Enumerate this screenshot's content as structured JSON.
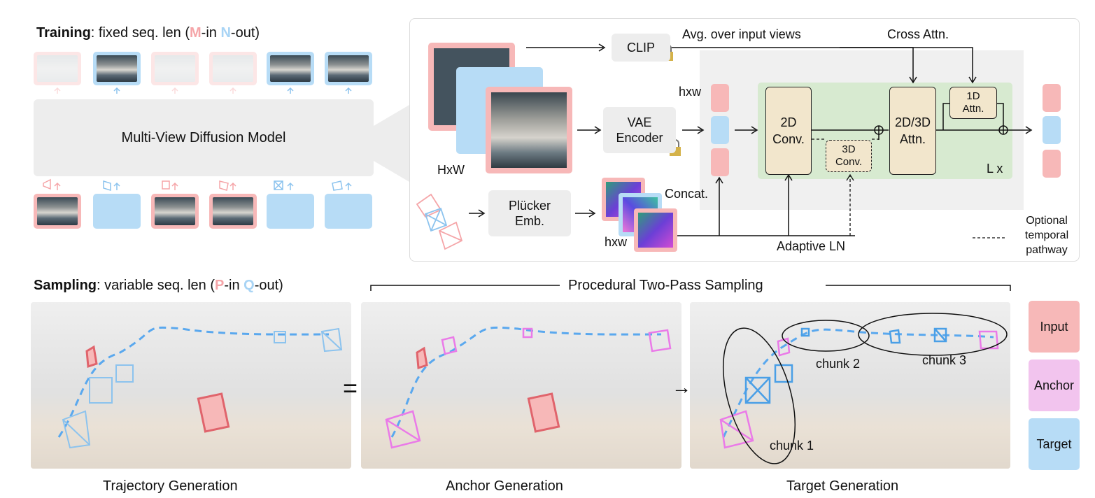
{
  "training": {
    "bold": "Training",
    "rest_a": ": fixed seq. len (",
    "m": "M",
    "mid": "-in ",
    "n": "N",
    "end": "-out)"
  },
  "model_label": "Multi-View Diffusion Model",
  "arch": {
    "clip": "CLIP",
    "avg_over": "Avg. over input views",
    "cross_attn": "Cross Attn.",
    "hxw_top": "hxw",
    "vae_line1": "VAE",
    "vae_line2": "Encoder",
    "HxW": "HxW",
    "conv2d_line1": "2D",
    "conv2d_line2": "Conv.",
    "conv3d_line1": "3D",
    "conv3d_line2": "Conv.",
    "attn_line1": "2D/3D",
    "attn_line2": "Attn.",
    "attn1d_line1": "1D",
    "attn1d_line2": "Attn.",
    "lx": "L x",
    "concat": "Concat.",
    "plucker_line1": "Plücker",
    "plucker_line2": "Emb.",
    "hxw_bottom": "hxw",
    "adaptive_ln": "Adaptive LN",
    "optional_1": "Optional",
    "optional_2": "temporal",
    "optional_3": "pathway"
  },
  "sampling": {
    "bold": "Sampling",
    "rest_a": ": variable seq. len (",
    "p": "P",
    "mid": "-in ",
    "q": "Q",
    "end": "-out)",
    "procedural": "Procedural Two-Pass Sampling",
    "equals": "=",
    "arrow": "→"
  },
  "scenes": {
    "trajectory": "Trajectory Generation",
    "anchor": "Anchor Generation",
    "target": "Target Generation",
    "chunk1": "chunk 1",
    "chunk2": "chunk 2",
    "chunk3": "chunk 3"
  },
  "legend": {
    "input": "Input",
    "anchor": "Anchor",
    "target": "Target"
  },
  "colors": {
    "input_pink": "#f7b8b8",
    "anchor_magenta": "#f2c4ee",
    "target_blue": "#b7dcf6",
    "green_block": "#d7ead0",
    "tan_block": "#f2e6cc"
  }
}
